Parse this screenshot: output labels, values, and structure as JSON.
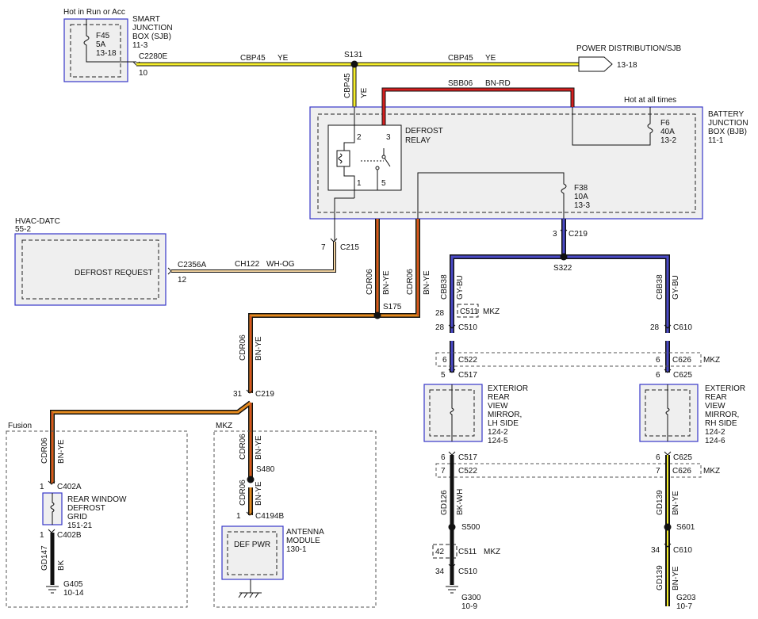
{
  "sjb": {
    "hot_label": "Hot in Run or Acc",
    "title1": "SMART",
    "title2": "JUNCTION",
    "title3": "BOX (SJB)",
    "page": "11-3",
    "fuse_name": "F45",
    "fuse_amp": "5A",
    "fuse_page": "13-18",
    "connector": "C2280E",
    "pin": "10"
  },
  "wires": {
    "cbp45": "CBP45",
    "ye": "YE",
    "sbb06": "SBB06",
    "bn_rd": "BN-RD",
    "cdr06": "CDR06",
    "bn_ye": "BN-YE",
    "cbb38": "CBB38",
    "gy_bu": "GY-BU",
    "ch122": "CH122",
    "wh_og": "WH-OG",
    "gd126": "GD126",
    "bk_wh": "BK-WH",
    "gd139": "GD139",
    "gd147": "GD147",
    "bk": "BK"
  },
  "splices": {
    "s131": "S131",
    "s175": "S175",
    "s322": "S322",
    "s480": "S480",
    "s500": "S500",
    "s601": "S601"
  },
  "power_dist": {
    "label": "POWER DISTRIBUTION/SJB",
    "page": "13-18"
  },
  "bjb": {
    "hot_label": "Hot at all times",
    "title1": "BATTERY",
    "title2": "JUNCTION",
    "title3": "BOX (BJB)",
    "page": "11-1",
    "f6_name": "F6",
    "f6_amp": "40A",
    "f6_page": "13-2",
    "f38_name": "F38",
    "f38_amp": "10A",
    "f38_page": "13-3",
    "relay1": "DEFROST",
    "relay2": "RELAY",
    "pin1": "1",
    "pin2": "2",
    "pin3": "3",
    "pin5": "5"
  },
  "hvac": {
    "title": "HVAC-DATC",
    "page": "55-2",
    "request": "DEFROST REQUEST",
    "connector": "C2356A",
    "pin": "12"
  },
  "connectors": {
    "c215": "C215",
    "c215_pin": "7",
    "c219": "C219",
    "c219_pin_a": "3",
    "c219_pin_b": "31",
    "c510": "C510",
    "c511": "C511",
    "c517": "C517",
    "c522": "C522",
    "c610": "C610",
    "c626": "C626",
    "c625": "C625",
    "c402a": "C402A",
    "c402b": "C402B",
    "c4194b": "C4194B",
    "mkz": "MKZ",
    "p28": "28",
    "p6": "6",
    "p5": "5",
    "p7": "7",
    "p42": "42",
    "p34": "34",
    "p1": "1"
  },
  "mirror_lh": {
    "l1": "EXTERIOR",
    "l2": "REAR",
    "l3": "VIEW",
    "l4": "MIRROR,",
    "l5": "LH SIDE",
    "p1": "124-2",
    "p2": "124-5"
  },
  "mirror_rh": {
    "l1": "EXTERIOR",
    "l2": "REAR",
    "l3": "VIEW",
    "l4": "MIRROR,",
    "l5": "RH SIDE",
    "p1": "124-2",
    "p2": "124-6"
  },
  "grid": {
    "l1": "REAR WINDOW",
    "l2": "DEFROST",
    "l3": "GRID",
    "page": "151-21"
  },
  "antenna": {
    "l1": "ANTENNA",
    "l2": "MODULE",
    "page": "130-1",
    "pwr": "DEF PWR"
  },
  "regions": {
    "fusion": "Fusion",
    "mkz": "MKZ"
  },
  "grounds": {
    "g405": "G405",
    "g405_p": "10-14",
    "g300": "G300",
    "g300_p": "10-9",
    "g203": "G203",
    "g203_p": "10-7"
  },
  "colors": {
    "yellow": "#f5ee2a",
    "red": "#d41f1f",
    "orange": "#e58a1e",
    "blue": "#4a4ac8",
    "black": "#111111",
    "box": "#3636c8"
  }
}
